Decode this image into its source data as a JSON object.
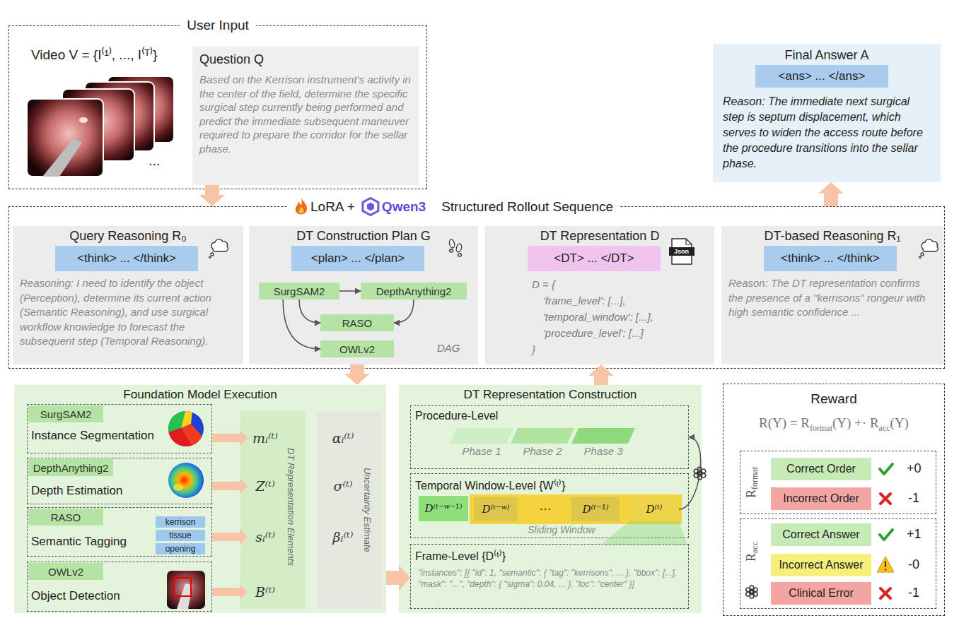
{
  "diagram": {
    "nodes": [
      {
        "text": [
          "User Input"
        ]
      },
      {
        "text": [
          "Question Q",
          "Based on the Kerrison instrument's activity in the center of the field, determine the specific surgical step currently being performed and predict the immediate subsequent maneuver required to prepare the corridor for the sellar phase."
        ],
        "in": 0
      },
      {
        "text": [
          "Final Answer A",
          "Reason: The immediate next surgical step is septum displacement, which serves to widen the access route before the procedure transitions into the sellar phase."
        ]
      },
      {
        "text": [
          "<ans> ... </ans>"
        ],
        "in": 2
      },
      {
        "text": [
          "LoRA +",
          "Qwen3",
          "Structured Rollout Sequence"
        ]
      },
      {
        "text": [
          "Query Reasoning R₀",
          "Reasoning: I need to identify the object (Perception), determine its current action (Semantic Reasoning), and use surgical workflow knowledge to forecast the subsequent step (Temporal Reasoning)."
        ],
        "in": 4
      },
      {
        "text": [
          "<think> ... </think>"
        ],
        "in": 5
      },
      {
        "text": [
          "DT Construction Plan G"
        ],
        "in": 4
      },
      {
        "text": [
          "<plan> ... </plan>"
        ],
        "in": 7
      },
      {
        "text": [
          "SurgSAM2"
        ],
        "in": 7
      },
      {
        "text": [
          "DepthAnything2"
        ],
        "in": 7
      },
      {
        "text": [
          "RASO"
        ],
        "in": 7
      },
      {
        "text": [
          "OWLv2"
        ],
        "in": 7
      },
      {
        "text": [
          "DT Representation D",
          "D = {",
          "'frame_level': [...],",
          "'temporal_window': [...],",
          "'procedure_level': [...]",
          "}"
        ],
        "in": 4
      },
      {
        "text": [
          "<DT> ... </DT>"
        ],
        "in": 13
      },
      {
        "text": [
          "DT-based Reasoning R₁",
          "Reason: The DT representation confirms the presence of a \"kerrisons\" rongeur with high semantic confidence ..."
        ],
        "in": 4
      },
      {
        "text": [
          "<think> ... </think>"
        ],
        "in": 15
      },
      {
        "text": [
          "Foundation Model Execution"
        ]
      },
      {
        "text": [
          "Instance Segmentation"
        ],
        "in": 17
      },
      {
        "text": [
          "SurgSAM2"
        ],
        "in": 18
      },
      {
        "text": [
          "Depth Estimation"
        ],
        "in": 17
      },
      {
        "text": [
          "DepthAnything2"
        ],
        "in": 20
      },
      {
        "text": [
          "Semantic Tagging"
        ],
        "in": 17
      },
      {
        "text": [
          "RASO"
        ],
        "in": 22
      },
      {
        "text": [
          "kerrison"
        ],
        "in": 22
      },
      {
        "text": [
          "tissue"
        ],
        "in": 22
      },
      {
        "text": [
          "opening"
        ],
        "in": 22
      },
      {
        "text": [
          "Object Detection"
        ],
        "in": 17
      },
      {
        "text": [
          "OWLv2"
        ],
        "in": 27
      },
      {
        "text": [
          "DT Representation Elements"
        ],
        "in": 17
      },
      {
        "text": [
          "mᵢ⁽ᵗ⁾"
        ],
        "in": 29
      },
      {
        "text": [
          "Z⁽ᵗ⁾"
        ],
        "in": 29
      },
      {
        "text": [
          "sᵢ⁽ᵗ⁾"
        ],
        "in": 29
      },
      {
        "text": [
          "B⁽ᵗ⁾"
        ],
        "in": 29
      },
      {
        "text": [
          "Uncertainty Estimate"
        ],
        "in": 17
      },
      {
        "text": [
          "αᵢ⁽ᵗ⁾"
        ],
        "in": 34
      },
      {
        "text": [
          "σ⁽ᵗ⁾"
        ],
        "in": 34
      },
      {
        "text": [
          "βᵢ⁽ᵗ⁾"
        ],
        "in": 34
      },
      {
        "text": [
          "DT Representation Construction"
        ]
      },
      {
        "text": [
          "Procedure-Level"
        ],
        "in": 38
      },
      {
        "text": [
          "Phase 1"
        ],
        "in": 39
      },
      {
        "text": [
          "Phase 2"
        ],
        "in": 39
      },
      {
        "text": [
          "Phase 3"
        ],
        "in": 39
      },
      {
        "text": [
          "Temporal Window-Level {W⁽ᵗ⁾}"
        ],
        "in": 38
      },
      {
        "text": [
          "D⁽ᵗ⁻ʷ⁻¹⁾"
        ],
        "in": 43
      },
      {
        "text": [
          "Sliding Window"
        ],
        "in": 43
      },
      {
        "text": [
          "D⁽ᵗ⁻ʷ⁾"
        ],
        "in": 45
      },
      {
        "text": [
          "D⁽ᵗ⁻¹⁾"
        ],
        "in": 45
      },
      {
        "text": [
          "D⁽ᵗ⁾"
        ],
        "in": 45
      },
      {
        "text": [
          "Frame-Level {D⁽ᵗ⁾}",
          "\"instances\": [{ \"id\": 1, \"semantic\": { \"tag\": \"kerrisons\", ... }, \"bbox\": [...], \"mask\": \"...\", \"depth\": { \"sigma\": 0.04, ... }, \"loc\": \"center\" }]"
        ],
        "in": 38
      },
      {
        "text": [
          "Reward",
          "R(Y) = R",
          "format",
          "(Y) +· R",
          "acc",
          "(Y)"
        ]
      },
      {
        "text": [
          "R",
          "format"
        ],
        "in": 50
      },
      {
        "text": [
          "Correct Order"
        ],
        "in": 51
      },
      {
        "text": [
          "Incorrect Order"
        ],
        "in": 51
      },
      {
        "text": [
          "R",
          "acc"
        ],
        "in": 50
      },
      {
        "text": [
          "Correct Answer"
        ],
        "in": 54
      },
      {
        "text": [
          "Incorrect Answer"
        ],
        "in": 54
      },
      {
        "text": [
          "Clinical Error"
        ],
        "in": 54
      }
    ],
    "edges": [
      {
        "from": 1,
        "to": 4,
        "arrow": "to"
      },
      {
        "from": 4,
        "to": 2,
        "arrow": "to"
      },
      {
        "from": 7,
        "to": 17,
        "arrow": "to"
      },
      {
        "from": 38,
        "to": 13,
        "arrow": "to"
      },
      {
        "from": 9,
        "to": 10,
        "arrow": "to"
      },
      {
        "from": 9,
        "to": 11,
        "arrow": "to"
      },
      {
        "from": 9,
        "to": 12,
        "arrow": "to"
      },
      {
        "from": 10,
        "to": 11,
        "arrow": "to"
      },
      {
        "from": 18,
        "to": 30,
        "arrow": "to"
      },
      {
        "from": 20,
        "to": 31,
        "arrow": "to"
      },
      {
        "from": 22,
        "to": 32,
        "arrow": "to"
      },
      {
        "from": 27,
        "to": 33,
        "arrow": "to"
      },
      {
        "from": 17,
        "to": 49,
        "arrow": "to"
      },
      {
        "from": 48,
        "to": 39,
        "arrow": "to"
      }
    ],
    "labels": [
      "Video V = {I⁽¹⁾, ..., I⁽ᵀ⁾}",
      "...",
      "DAG",
      "Json",
      "…",
      "+0",
      "-1",
      "+1",
      "-0",
      "-1"
    ]
  }
}
